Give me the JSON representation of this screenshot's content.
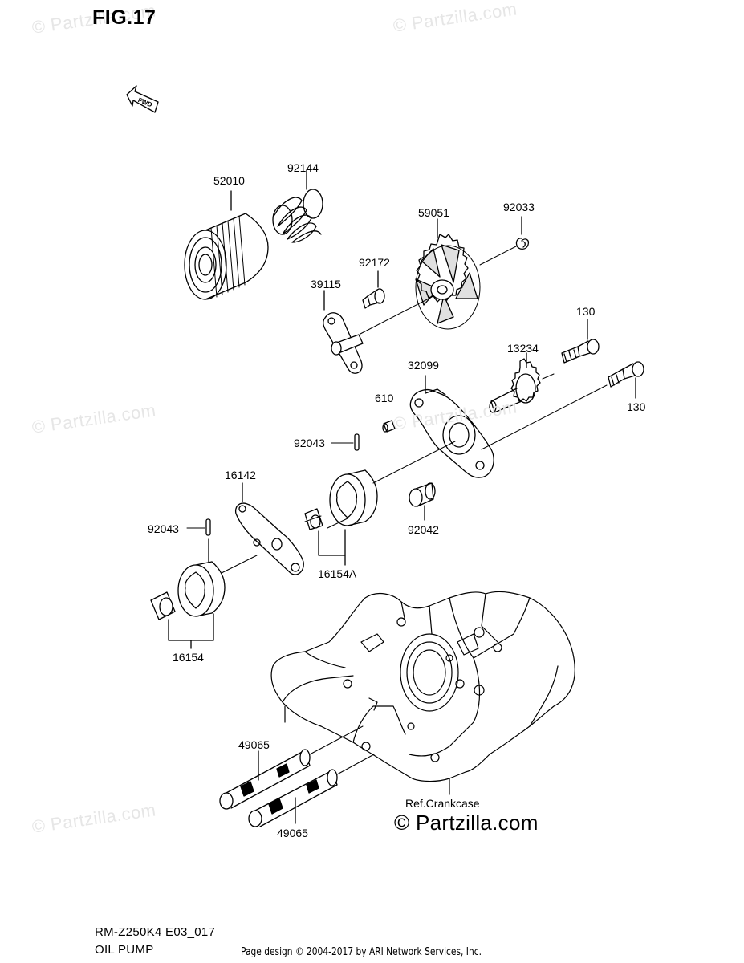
{
  "figure_title": "FIG.17",
  "fwd_label": "FWD",
  "watermark": "© Partzilla.com",
  "part_labels": {
    "p52010": "52010",
    "p92144": "92144",
    "p92033": "92033",
    "p59051": "59051",
    "p92172": "92172",
    "p39115": "39115",
    "p130a": "130",
    "p13234": "13234",
    "p32099": "32099",
    "p610": "610",
    "p130b": "130",
    "p92043a": "92043",
    "p16142": "16142",
    "p92042": "92042",
    "p92043b": "92043",
    "p16154A": "16154A",
    "p16154": "16154",
    "p49065a": "49065",
    "p49065b": "49065"
  },
  "ref_crankcase": "Ref.Crankcase",
  "copyright": "© Partzilla.com",
  "model_code": "RM-Z250K4 E03_017",
  "section_name": "OIL PUMP",
  "page_design": "Page design © 2004-2017 by ARI Network Services, Inc."
}
